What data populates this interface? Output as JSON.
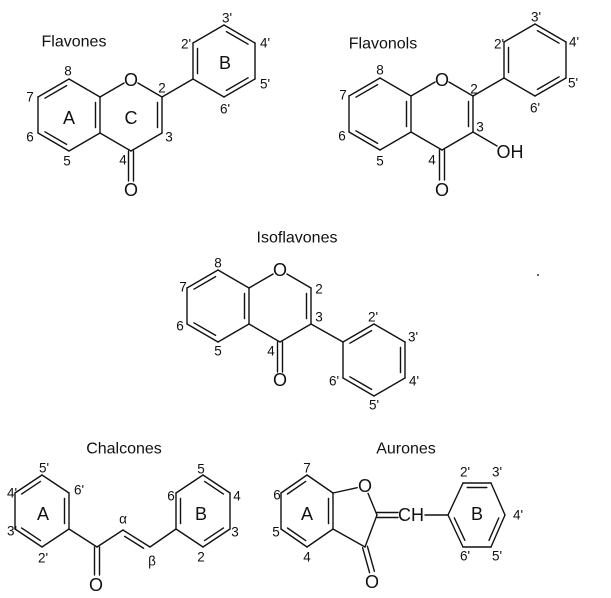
{
  "flavones": {
    "title": "Flavones",
    "rings": [
      "A",
      "C",
      "B"
    ],
    "atoms": {
      "ring_oxygen": "O",
      "carbonyl_oxygen": "O"
    },
    "positions": {
      "p2": "2",
      "p3": "3",
      "p4": "4",
      "p5": "5",
      "p6": "6",
      "p7": "7",
      "p8": "8",
      "p2p": "2'",
      "p3p": "3'",
      "p4p": "4'",
      "p5p": "5'",
      "p6p": "6'"
    }
  },
  "flavonols": {
    "title": "Flavonols",
    "atoms": {
      "ring_oxygen": "O",
      "carbonyl_oxygen": "O",
      "hydroxyl": "OH"
    },
    "positions": {
      "p2": "2",
      "p3": "3",
      "p4": "4",
      "p5": "5",
      "p6": "6",
      "p7": "7",
      "p8": "8",
      "p2p": "2'",
      "p3p": "3'",
      "p4p": "4'",
      "p5p": "5'",
      "p6p": "6'"
    }
  },
  "isoflavones": {
    "title": "Isoflavones",
    "atoms": {
      "ring_oxygen": "O",
      "carbonyl_oxygen": "O"
    },
    "positions": {
      "p2": "2",
      "p3": "3",
      "p4": "4",
      "p5": "5",
      "p6": "6",
      "p7": "7",
      "p8": "8",
      "p2p": "2'",
      "p3p": "3'",
      "p4p": "4'",
      "p5p": "5'",
      "p6p": "6'"
    }
  },
  "chalcones": {
    "title": "Chalcones",
    "rings": [
      "A",
      "B"
    ],
    "atoms": {
      "carbonyl_oxygen": "O"
    },
    "positions": {
      "alpha": "α",
      "beta": "β",
      "p2": "2",
      "p3": "3",
      "p4": "4",
      "p5": "5",
      "p6": "6",
      "p2p": "2'",
      "p3p": "3'",
      "p4p": "4'",
      "p5p": "5'",
      "p6p": "6'"
    }
  },
  "aurones": {
    "title": "Aurones",
    "rings": [
      "A",
      "B"
    ],
    "atoms": {
      "ring_oxygen": "O",
      "carbonyl_oxygen": "O",
      "methine": "CH"
    },
    "positions": {
      "p4": "4",
      "p5": "5",
      "p6": "6",
      "p7": "7",
      "p2p": "2'",
      "p3p": "3'",
      "p4p": "4'",
      "p5p": "5'",
      "p6p": "6'"
    }
  }
}
